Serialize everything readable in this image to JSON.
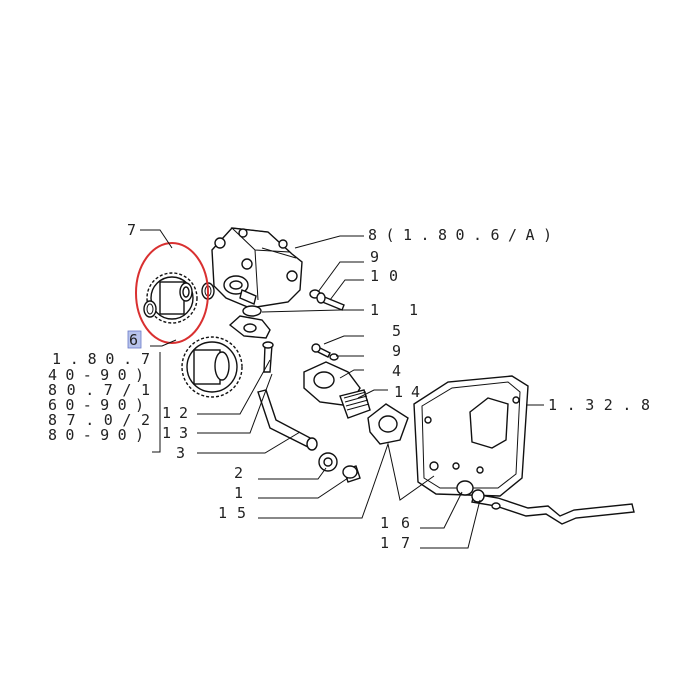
{
  "diagram": {
    "callouts": {
      "c7": "7",
      "c6": "6",
      "c8": "8(1.80.6/A)",
      "c9a": "9",
      "c10": "10",
      "c11": "11",
      "c5": "5",
      "c9b": "9",
      "c4": "4",
      "c14": "14",
      "c1328": "1.32.8",
      "c12": "12",
      "c13": "13",
      "c3": "3",
      "c2": "2",
      "c1": "1",
      "c15": "15",
      "c16": "16",
      "c17": "17"
    },
    "reference_list": [
      "1.80.7",
      "40-90)",
      "80.7/1",
      "60-90)",
      "87.0/2",
      "80-90)"
    ],
    "highlight_color": "#d93030",
    "selected_tag_color": "#b8c4ec"
  }
}
